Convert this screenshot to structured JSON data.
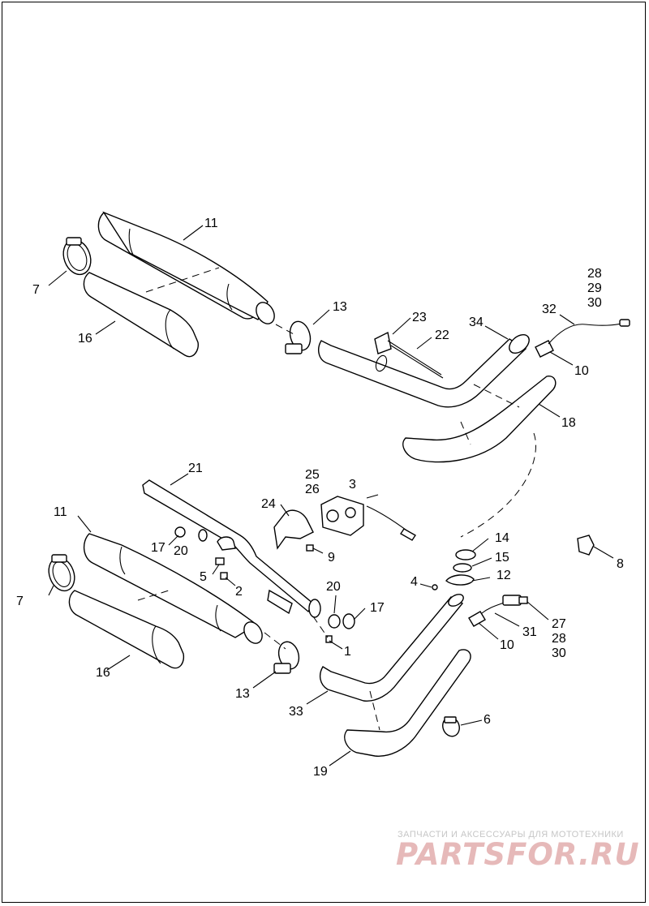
{
  "callouts": {
    "top_muffler": "11",
    "top_clamp_left": "7",
    "top_heatshield_muffler": "16",
    "top_muffler_clamp": "13",
    "top_bracket_23": "23",
    "top_rod_22": "22",
    "top_head_pipe": "34",
    "top_sensor_cable": "32",
    "top_stack_28": "28",
    "top_stack_29": "29",
    "top_stack_30": "30",
    "top_sensor_10": "10",
    "top_heatshield_pipe": "18",
    "mount_bracket": "21",
    "actuator_25": "25",
    "actuator_26": "26",
    "screw_3": "3",
    "bracket_24": "24",
    "bottom_muffler": "11",
    "bottom_clamp_left": "7",
    "nut_17_left": "17",
    "washer_20_left": "20",
    "nut_9": "9",
    "bolt_5": "5",
    "bolt_2": "2",
    "washer_20_right": "20",
    "nut_17_right": "17",
    "gasket_14": "14",
    "ring_15": "15",
    "flange_12": "12",
    "stud_4": "4",
    "clip_8": "8",
    "bolt_1": "1",
    "sensor_27": "27",
    "sensor_28": "28",
    "sensor_30": "30",
    "sensor_31": "31",
    "bottom_sensor_10": "10",
    "bottom_heatshield_muffler": "16",
    "bottom_muffler_clamp": "13",
    "bottom_head_pipe": "33",
    "clamp_6": "6",
    "bottom_heatshield_pipe": "19"
  },
  "watermark": {
    "tagline": "ЗАПЧАСТИ И АКСЕССУАРЫ ДЛЯ МОТОТЕХНИКИ",
    "logo": "PARTSFOR.RU"
  }
}
